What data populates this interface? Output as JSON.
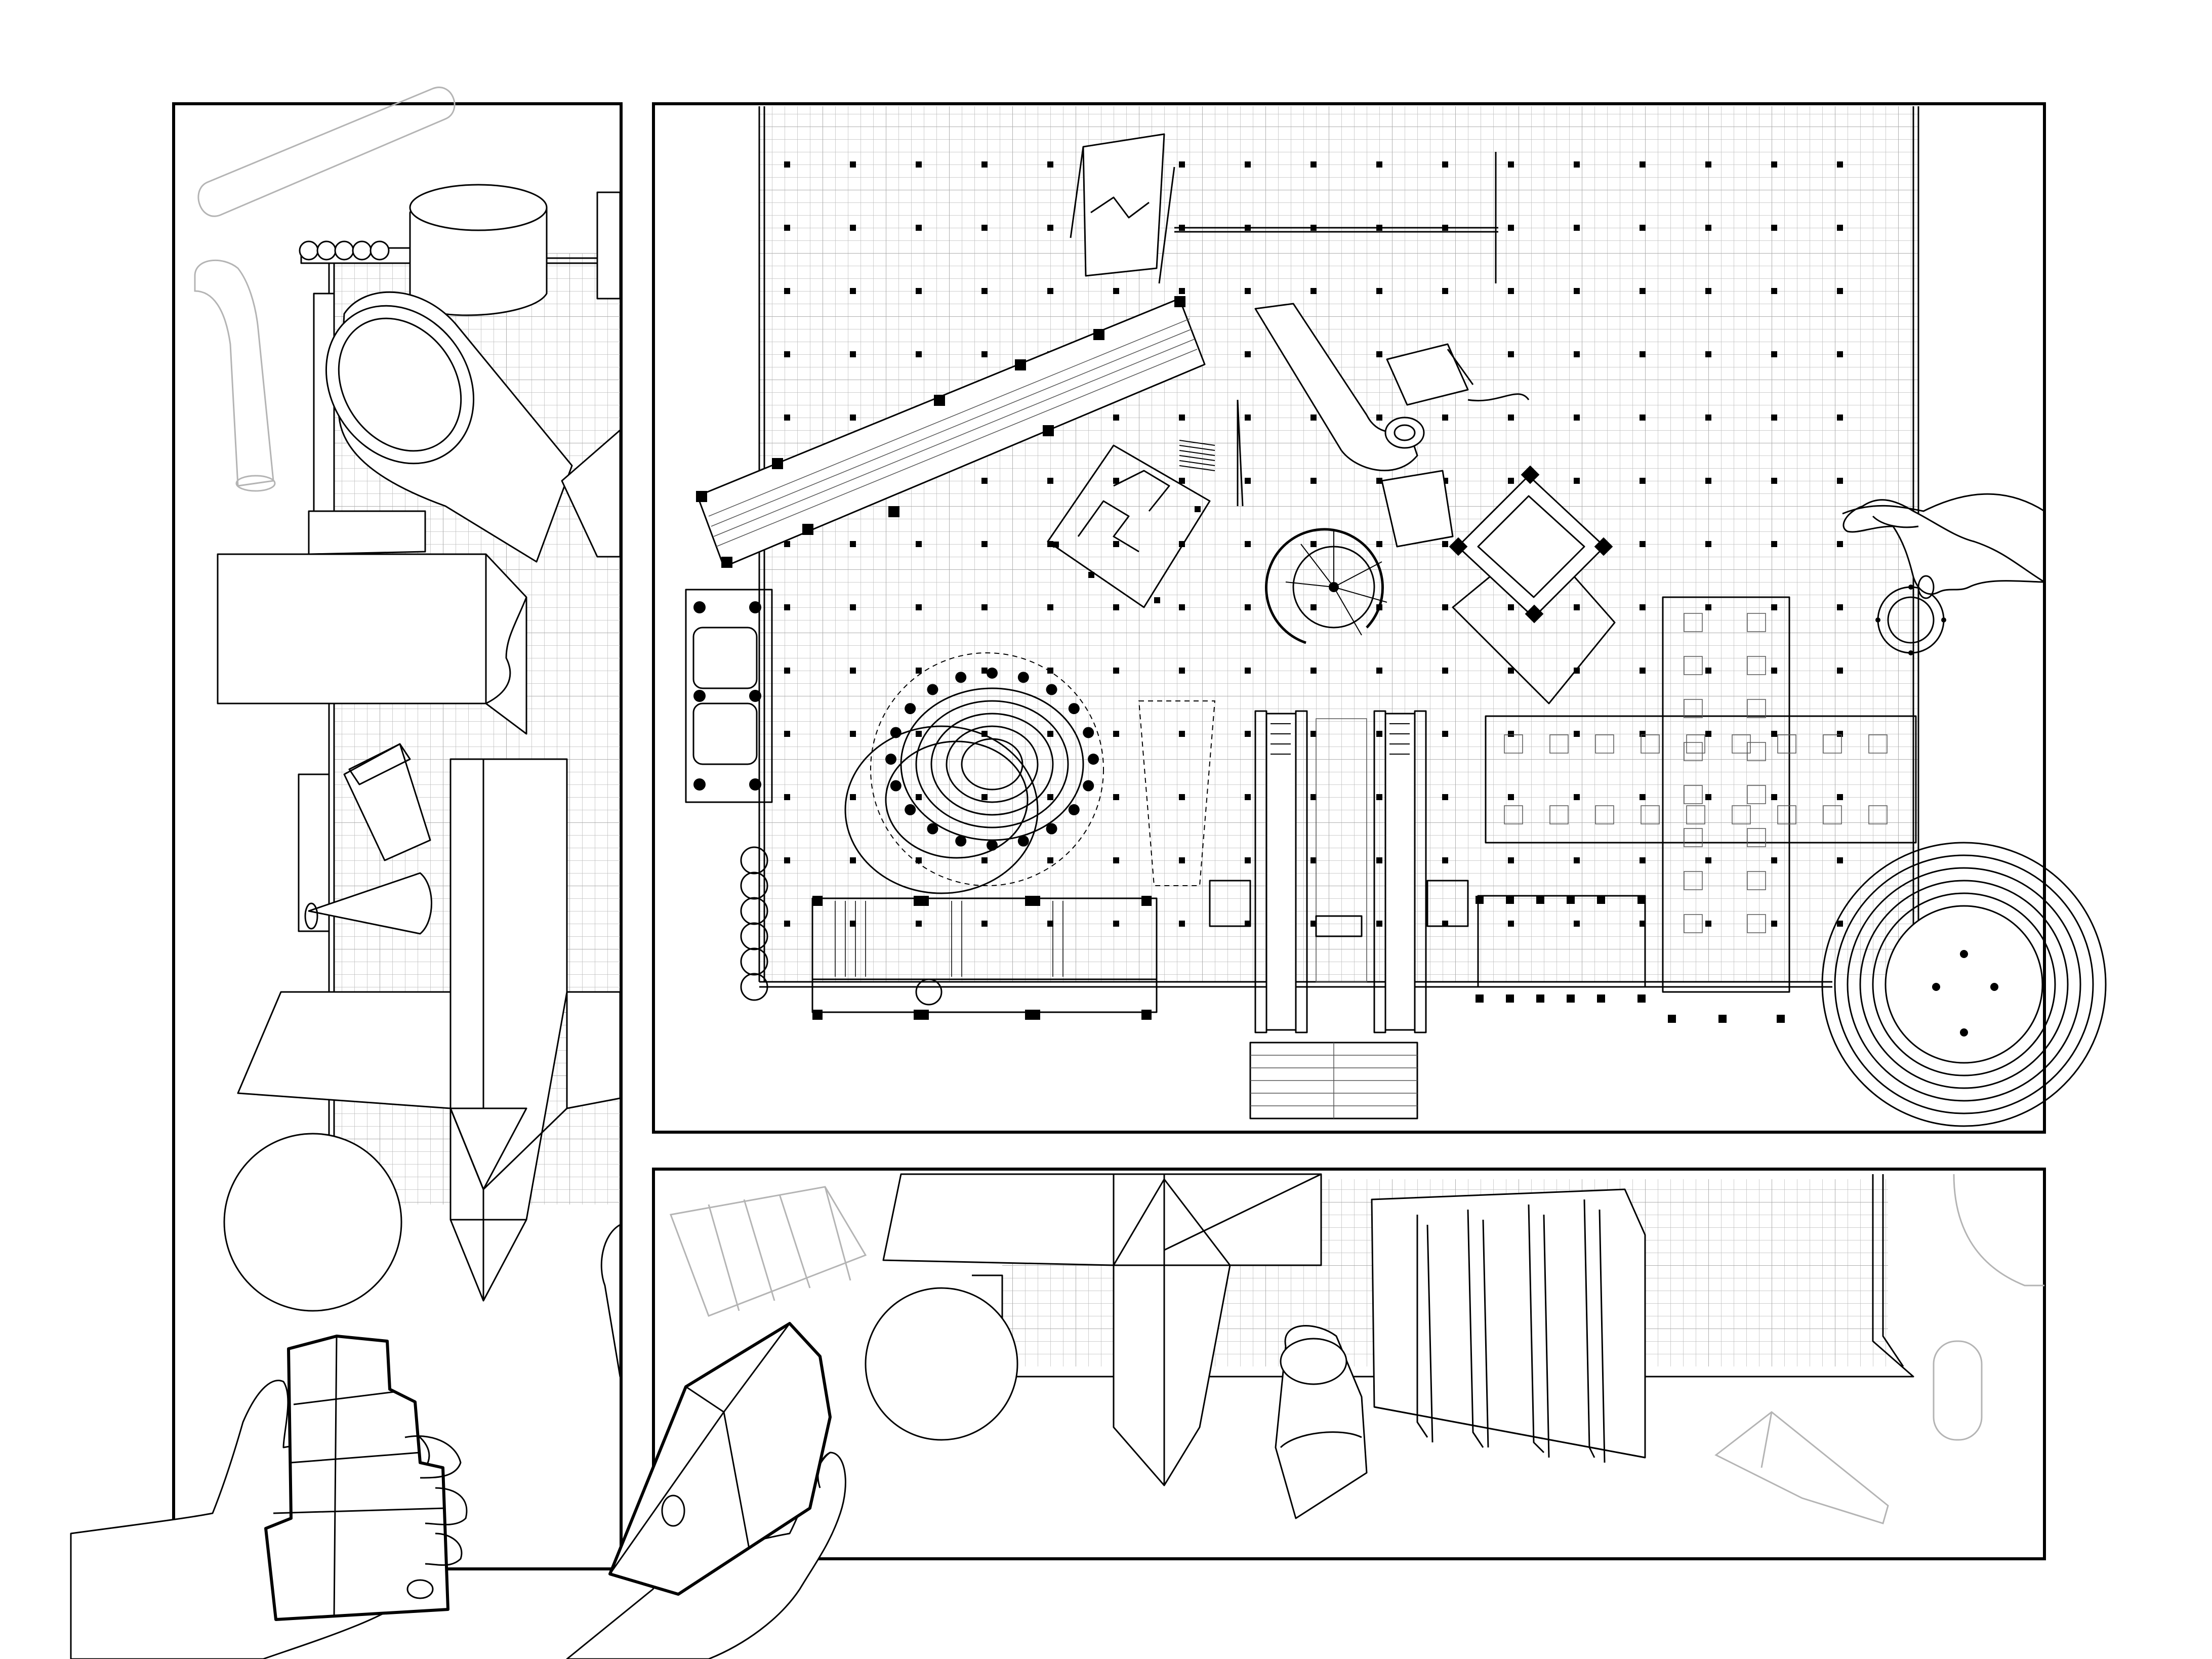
{
  "colors": {
    "background": "#ffffff",
    "ink": "#000000",
    "grid": "#bdbdbd",
    "ghost": "#b4b4b4"
  },
  "panels": [
    {
      "name": "left-panel",
      "label": ""
    },
    {
      "name": "main-plan-panel",
      "label": ""
    },
    {
      "name": "bottom-panel",
      "label": ""
    }
  ],
  "icons": [
    "hand-icon",
    "sphere-icon",
    "cylinder-icon",
    "prism-icon",
    "spiral-stair-icon"
  ]
}
